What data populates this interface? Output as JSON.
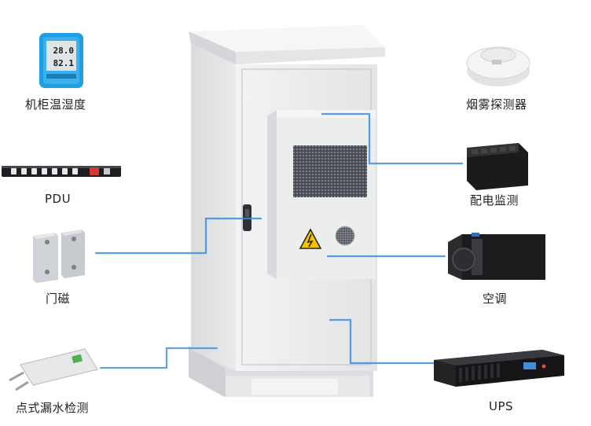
{
  "labels": {
    "temp_humidity": "机柜温湿度",
    "pdu": "PDU",
    "door_sensor": "门磁",
    "water_leak": "点式漏水检测",
    "smoke_detector": "烟雾探测器",
    "power_monitor": "配电监测",
    "air_conditioner": "空调",
    "ups": "UPS"
  },
  "device_readouts": {
    "temp": "28.0",
    "humidity": "82.1"
  },
  "colors": {
    "connector": "#3a8de0",
    "cabinet": "#e6e7e8",
    "text": "#222222"
  }
}
